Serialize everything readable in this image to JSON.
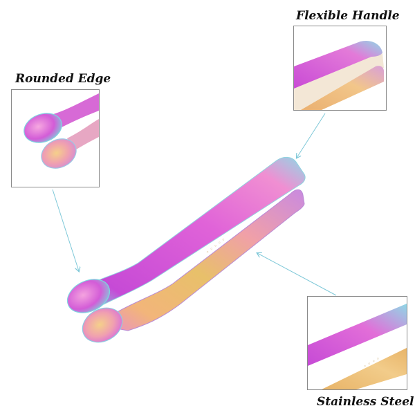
{
  "callouts": {
    "rounded_edge": "Rounded Edge",
    "flexible_handle": "Flexible Handle",
    "stainless_steel": "Stainless Steel"
  },
  "colors": {
    "arrow": "#7ec8d8",
    "magenta": "#d24fd6",
    "pink": "#f07fd0",
    "gold": "#e0b060",
    "cyan": "#7fd6e0"
  }
}
